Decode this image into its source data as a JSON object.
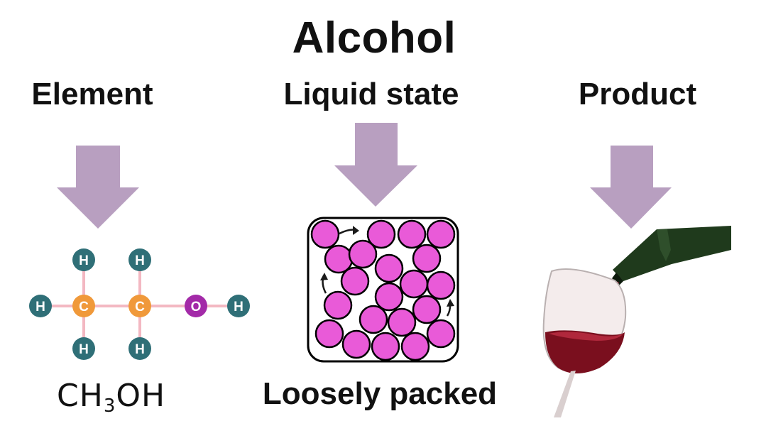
{
  "title": "Alcohol",
  "columns": {
    "left": {
      "heading": "Element",
      "formula_prefix": "CH",
      "formula_sub": "3",
      "formula_suffix": "OH"
    },
    "middle": {
      "heading": "Liquid state",
      "caption": "Loosely packed"
    },
    "right": {
      "heading": "Product"
    }
  },
  "molecule": {
    "atom_labels": [
      "H",
      "H",
      "H",
      "C",
      "C",
      "O",
      "H",
      "H",
      "H"
    ]
  },
  "colors": {
    "arrow": "#b89fc0",
    "hydrogen": "#2f6f77",
    "carbon": "#f0993a",
    "oxygen": "#a32aa8",
    "bond": "#f3b8c2",
    "particle": "#e95ad8",
    "wine": "#7a0f1e",
    "bottle": "#1f3a1c"
  }
}
